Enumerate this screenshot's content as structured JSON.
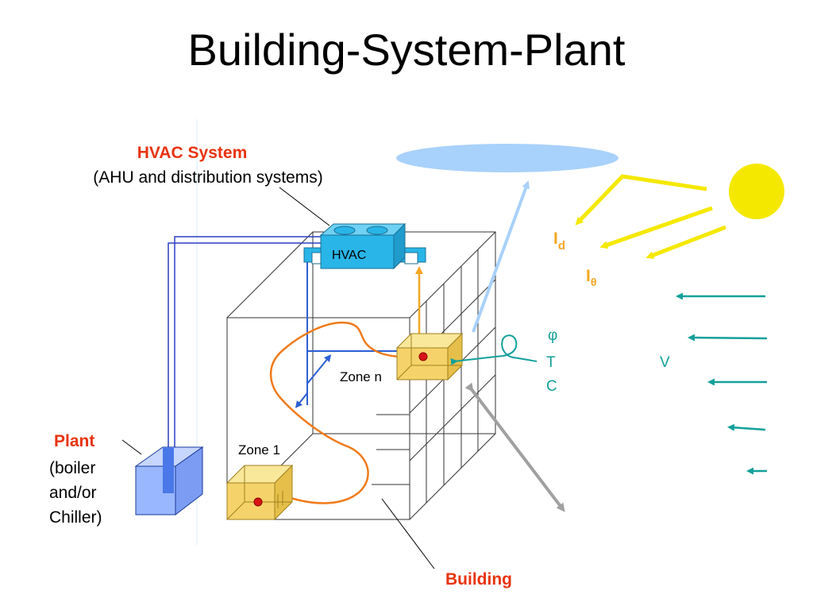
{
  "slide": {
    "title": "Building-System-Plant"
  },
  "hvac": {
    "heading": "HVAC System",
    "subheading": "(AHU and distribution systems)",
    "unit_label": "HVAC"
  },
  "plant": {
    "heading": "Plant",
    "line1": "(boiler",
    "line2": "and/or",
    "line3": "Chiller)"
  },
  "building": {
    "label": "Building",
    "zone_n": "Zone n",
    "zone_1": "Zone 1"
  },
  "environment": {
    "radiation_direct": "I",
    "radiation_direct_sub": "d",
    "radiation_theta": "I",
    "radiation_theta_sub": "θ",
    "humidity": "φ",
    "temperature": "T",
    "concentration": "C",
    "wind": "V"
  },
  "colors": {
    "accent_red": "#e8330f",
    "sun_yellow": "#f5e800",
    "hvac_cyan": "#29b5e8",
    "wind_teal": "#13a09a",
    "pipe_blue": "#2b3fc4",
    "zone_yellow": "#f5d36a",
    "orange_path": "#f07a1a",
    "sky_blue": "#a8d1fb"
  }
}
